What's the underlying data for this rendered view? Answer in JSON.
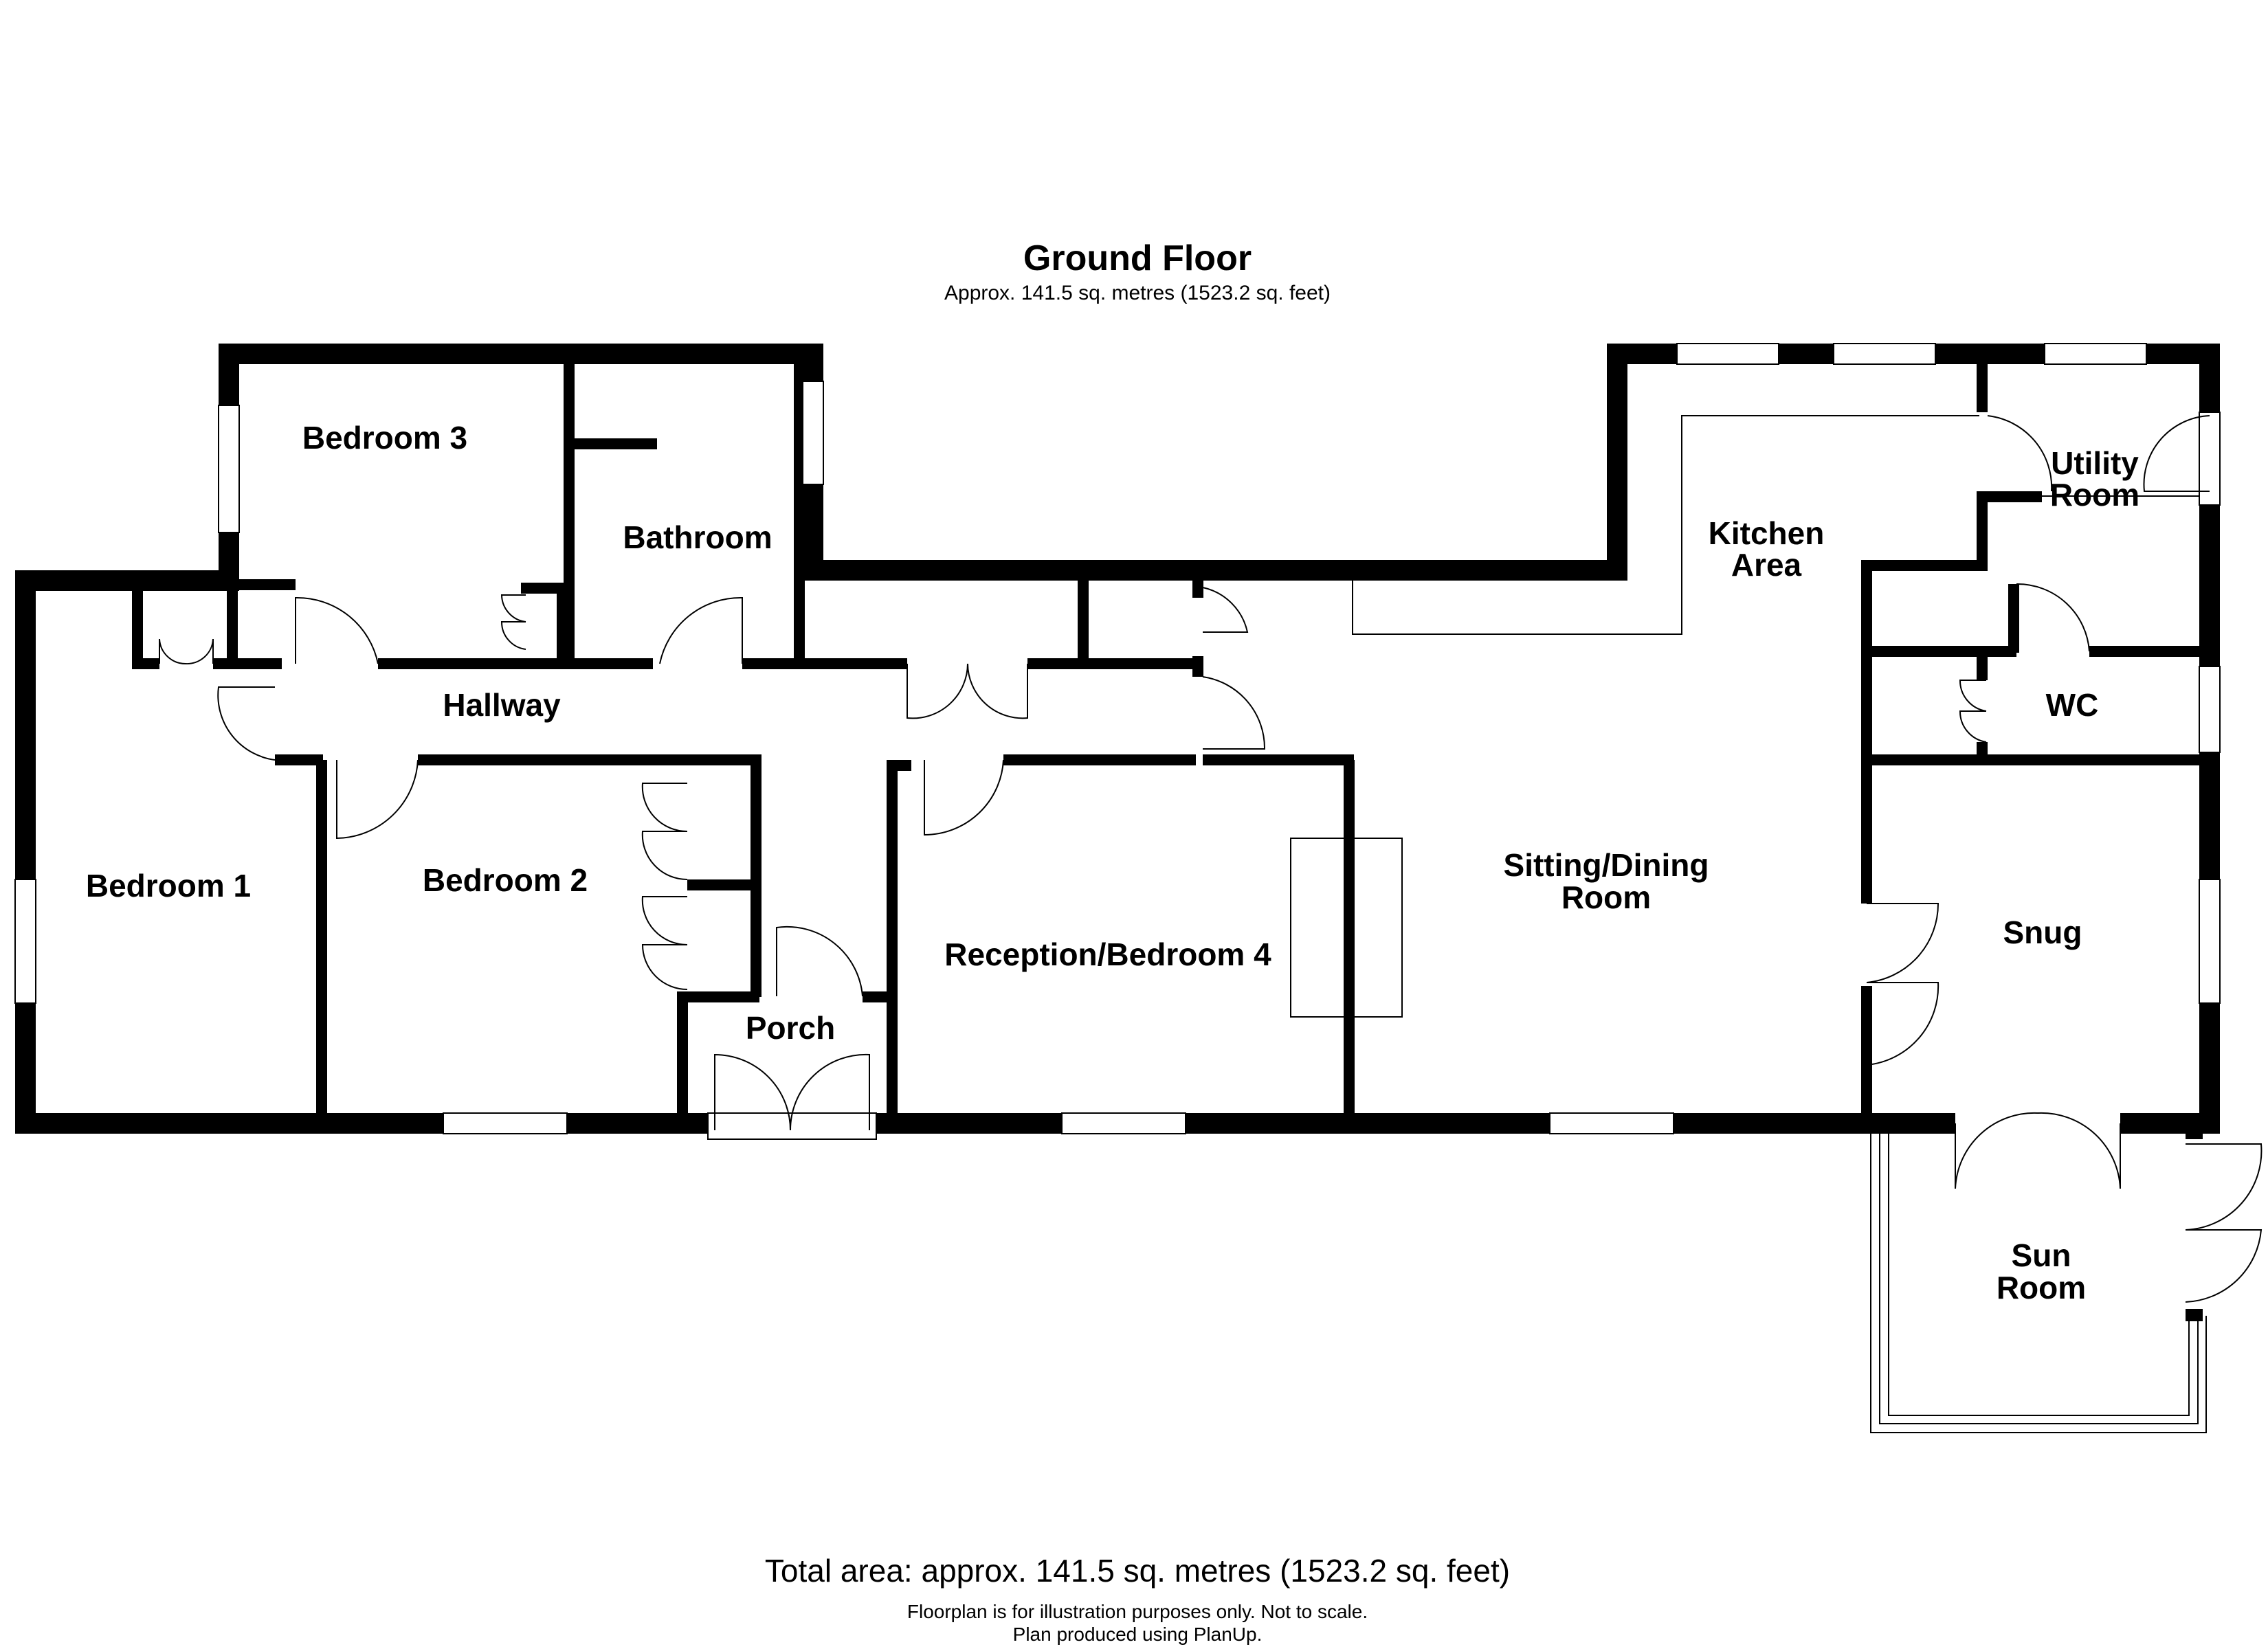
{
  "header": {
    "title": "Ground Floor",
    "subtitle": "Approx. 141.5 sq. metres (1523.2 sq. feet)"
  },
  "rooms": {
    "bedroom3": "Bedroom 3",
    "bathroom": "Bathroom",
    "bedroom1": "Bedroom 1",
    "hallway": "Hallway",
    "bedroom2": "Bedroom 2",
    "porch": "Porch",
    "reception_line1": "Reception/Bedroom 4",
    "kitchen_line1": "Kitchen",
    "kitchen_line2": "Area",
    "sitting_line1": "Sitting/Dining",
    "sitting_line2": "Room",
    "utility_line1": "Utility",
    "utility_line2": "Room",
    "wc": "WC",
    "snug": "Snug",
    "sunroom_line1": "Sun",
    "sunroom_line2": "Room"
  },
  "footer": {
    "total": "Total area: approx. 141.5 sq. metres (1523.2 sq. feet)",
    "disclaimer": "Floorplan is for illustration purposes only. Not to scale.",
    "credit": "Plan produced using PlanUp."
  }
}
